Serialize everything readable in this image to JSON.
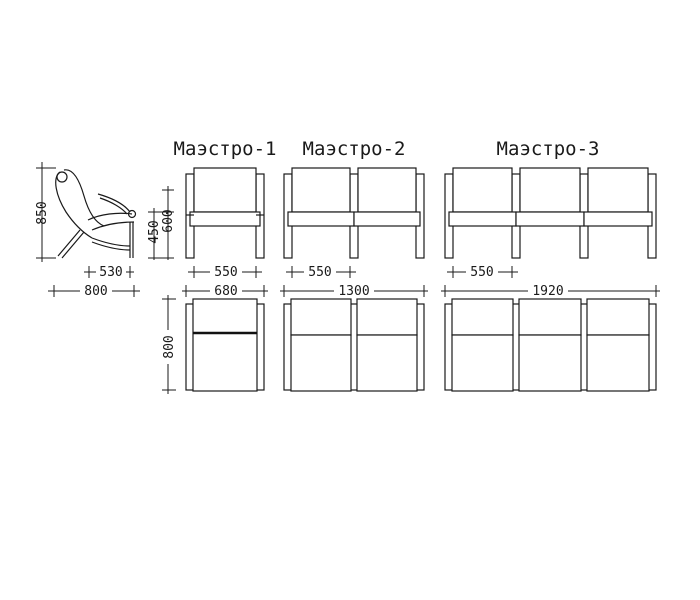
{
  "models": [
    {
      "name": "Маэстро-1"
    },
    {
      "name": "Маэстро-2"
    },
    {
      "name": "Маэстро-3"
    }
  ],
  "dimensions": {
    "side_height": "850",
    "side_seat_depth": "530",
    "side_depth": "800",
    "front_seat_height": "450",
    "front_arm_height": "600",
    "seat_width": "550",
    "width_1": "680",
    "width_2": "1300",
    "width_3": "1920",
    "top_depth": "800"
  }
}
